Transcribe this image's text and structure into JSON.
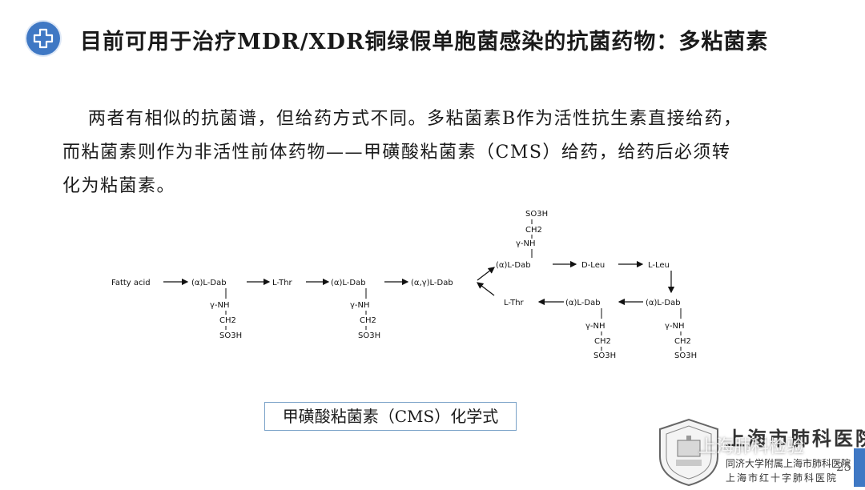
{
  "slide": {
    "title": "目前可用于治疗MDR/XDR铜绿假单胞菌感染的抗菌药物：多粘菌素",
    "paragraph_lines": [
      "两者有相似的抗菌谱，但给药方式不同。多粘菌素B作为活性抗生素直接给药，",
      "而粘菌素则作为非活性前体药物——甲磺酸粘菌素（CMS）给药，给药后必须转",
      "化为粘菌素。"
    ],
    "caption": "甲磺酸粘菌素（CMS）化学式",
    "page_number": "25",
    "accent_color": "#3f78c4",
    "title_icon": "plus-badge-icon"
  },
  "diagram": {
    "fatty_acid": "Fatty acid",
    "main_chain": [
      "(α)L-Dab",
      "L-Thr",
      "(α)L-Dab",
      "(α,γ)L-Dab"
    ],
    "ring_top": [
      "(α)L-Dab",
      "D-Leu",
      "L-Leu"
    ],
    "ring_bottom": [
      "L-Thr",
      "(α)L-Dab",
      "(α)L-Dab"
    ],
    "side_chain": {
      "nh": "γ-NH",
      "ch2": "CH2",
      "so3h": "SO3H"
    }
  },
  "logo": {
    "name": "上海市肺科医院",
    "subtitle_line1": "同济大学附属上海市肺科医院",
    "subtitle_line2": "上海市红十字肺科医院",
    "watermark": "上海肺科检验",
    "emblem": "hospital-emblem-icon"
  }
}
